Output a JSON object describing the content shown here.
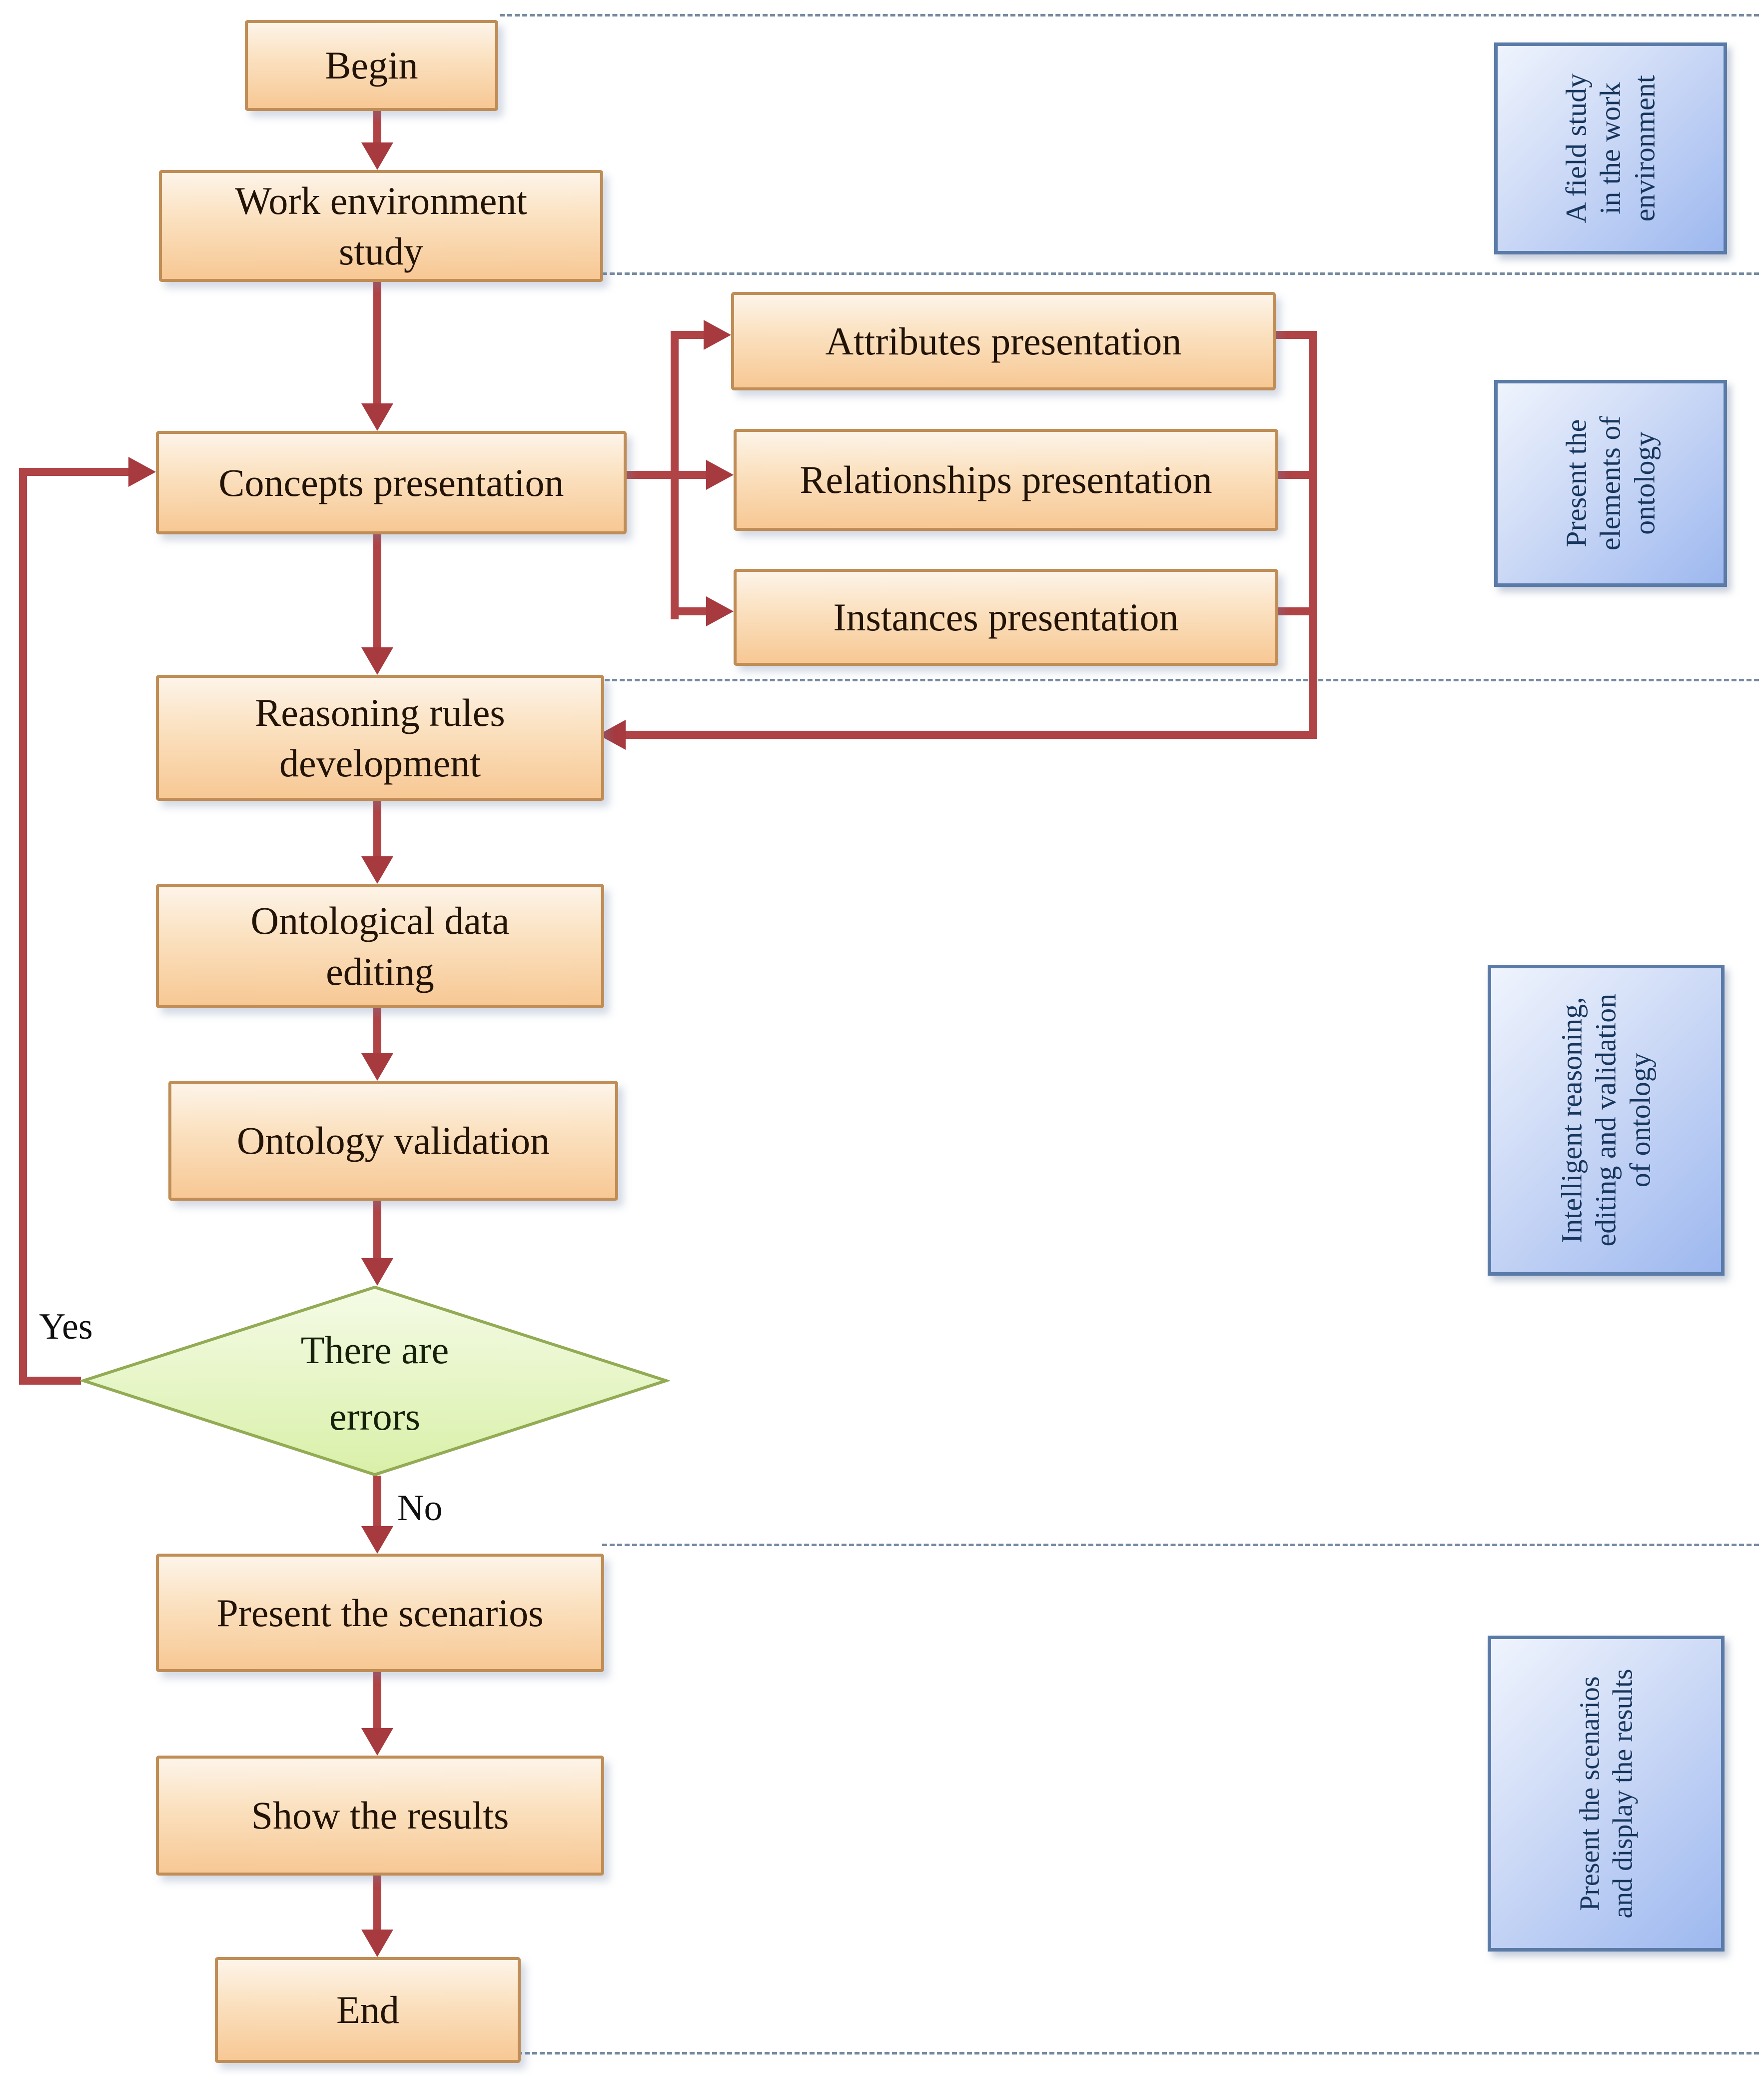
{
  "diagram": {
    "nodes": {
      "begin": {
        "label": "Begin"
      },
      "work_env": {
        "label": "Work environment\nstudy"
      },
      "concepts": {
        "label": "Concepts presentation"
      },
      "attributes": {
        "label": "Attributes presentation"
      },
      "relationships": {
        "label": "Relationships presentation"
      },
      "instances": {
        "label": "Instances presentation"
      },
      "reasoning": {
        "label": "Reasoning rules\ndevelopment"
      },
      "editing": {
        "label": "Ontological data\nediting"
      },
      "validation": {
        "label": "Ontology validation"
      },
      "decision": {
        "label": "There are\nerrors"
      },
      "scenarios": {
        "label": "Present the scenarios"
      },
      "results": {
        "label": "Show the results"
      },
      "end": {
        "label": "End"
      }
    },
    "branches": {
      "yes": "Yes",
      "no": "No"
    },
    "annotations": {
      "field_study": {
        "text": "A field study\nin the work\nenvironment"
      },
      "elements": {
        "text": "Present the\nelements of\nontology"
      },
      "reasoning_validation": {
        "text": "Intelligent reasoning,\nediting and validation\nof ontology"
      },
      "scenarios_results": {
        "text": "Present the scenarios\nand display the results"
      }
    },
    "colors": {
      "process_fill_top": "#fdf4e9",
      "process_fill_bottom": "#f7c894",
      "process_border": "#bf8d55",
      "decision_fill_top": "#f5fbe7",
      "decision_fill_bottom": "#d9f0a8",
      "decision_border": "#92ab54",
      "annotation_fill_light": "#eff4fd",
      "annotation_fill_dark": "#9db8ef",
      "annotation_border": "#5a7ba8",
      "annotation_text": "#17365d",
      "arrow": "#b04346",
      "dashed_line": "#7589a0",
      "node_text": "#221307"
    }
  }
}
